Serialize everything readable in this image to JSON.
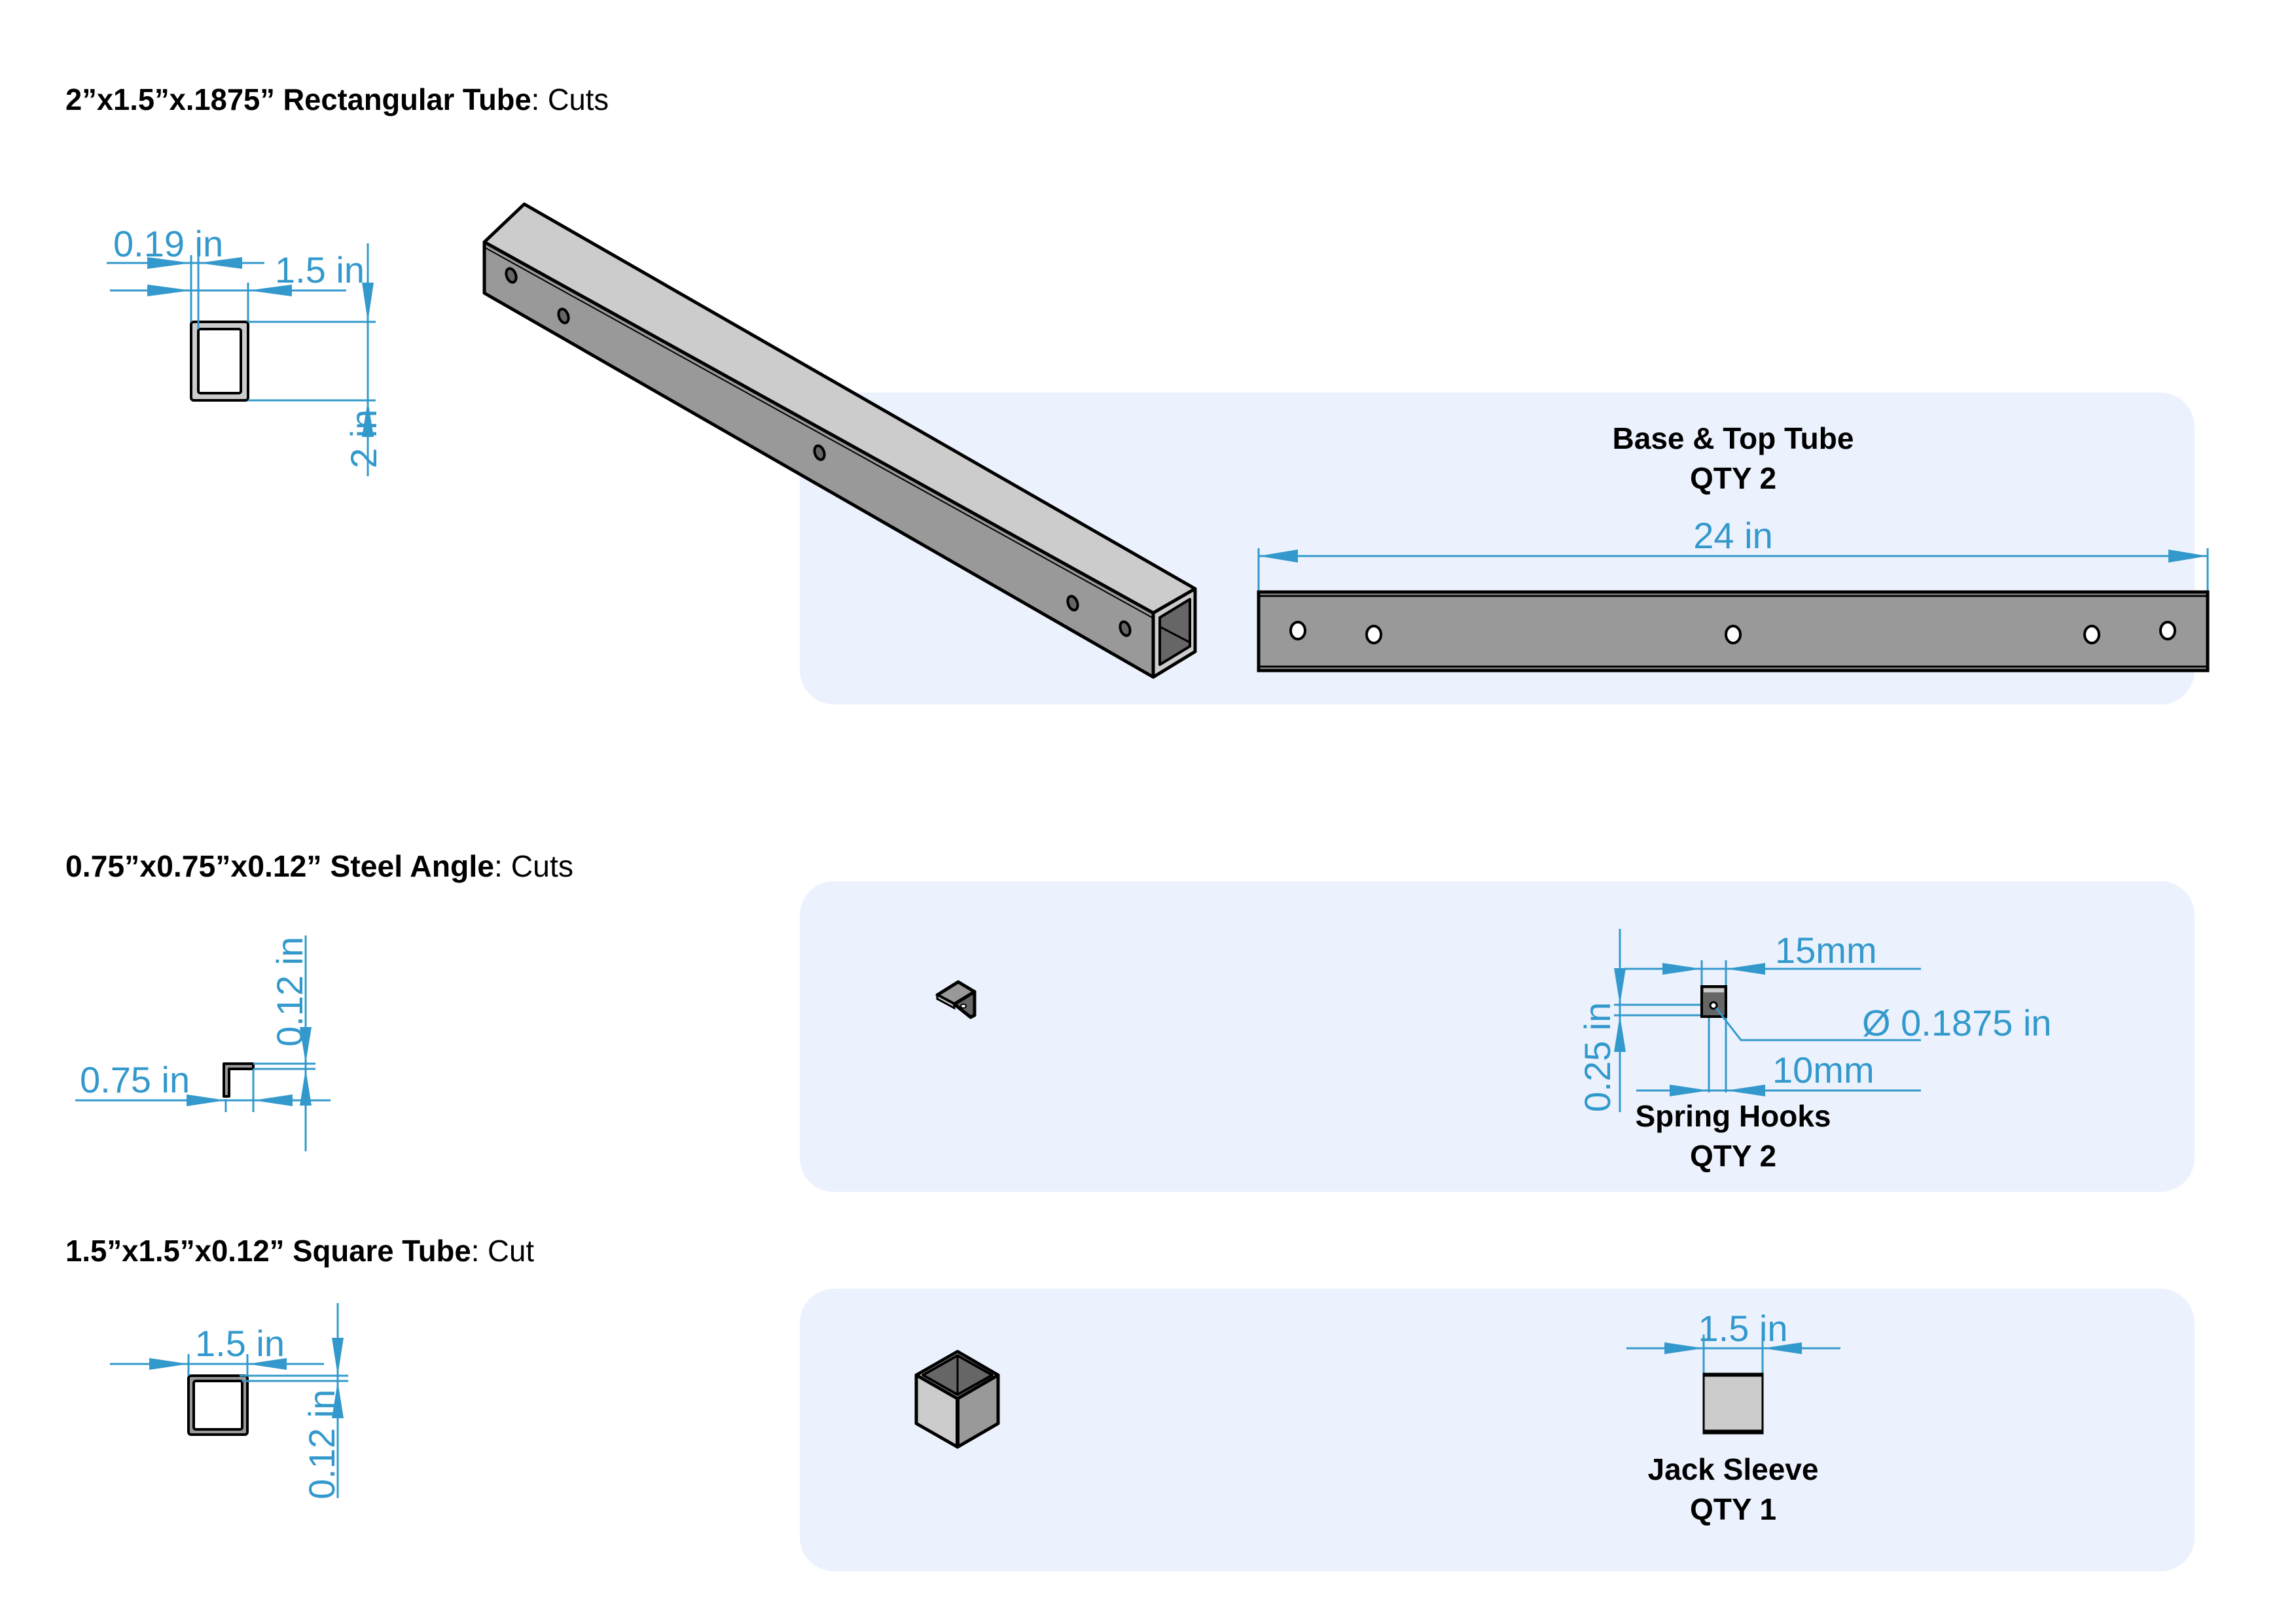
{
  "colors": {
    "dimension": "#3399CC",
    "panel": "#ECF2FD",
    "steel_light": "#CCCCCC",
    "steel_mid": "#999999",
    "steel_dark": "#666666",
    "outline": "#000000"
  },
  "sections": [
    {
      "title_bold": "2”x1.5”x.1875” Rectangular Tube",
      "title_suffix": ": Cuts",
      "cross_section_dims": {
        "wall": "0.19 in",
        "width": "1.5 in",
        "height": "2 in"
      },
      "part": {
        "name": "Base & Top Tube",
        "qty": "QTY 2",
        "length_dim": "24 in",
        "hole_count": 5
      }
    },
    {
      "title_bold": "0.75”x0.75”x0.12” Steel Angle",
      "title_suffix": ": Cuts",
      "cross_section_dims": {
        "thickness": "0.12 in",
        "leg": "0.75 in"
      },
      "part": {
        "name": "Spring Hooks",
        "qty": "QTY 2",
        "dims": {
          "width": "15mm",
          "hole_offset": "10mm",
          "height": "0.25 in",
          "hole_diameter": "Ø 0.1875 in"
        }
      }
    },
    {
      "title_bold": "1.5”x1.5”x0.12” Square Tube",
      "title_suffix": ": Cut",
      "cross_section_dims": {
        "width": "1.5 in",
        "thickness": "0.12 in"
      },
      "part": {
        "name": "Jack Sleeve",
        "qty": "QTY 1",
        "width_dim": "1.5 in"
      }
    }
  ]
}
